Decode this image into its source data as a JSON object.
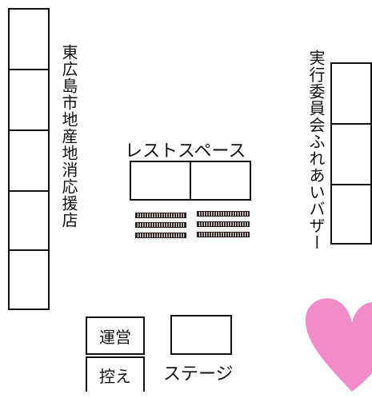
{
  "labels": {
    "left_booths": "東広島市地産地消応援店",
    "right_booths": "実行委員会ふれあいバザー",
    "rest_space": "レストスペース",
    "management": "運営",
    "waiting": "控え",
    "stage": "ステージ"
  },
  "colors": {
    "heart": "#f08cc8",
    "line": "#111111"
  }
}
